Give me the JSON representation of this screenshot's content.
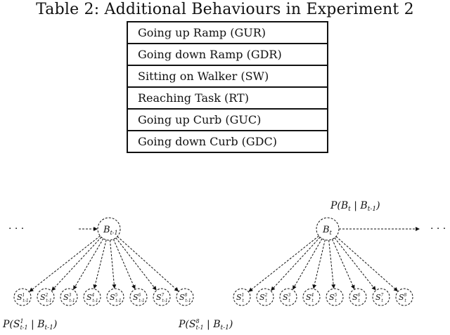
{
  "table": {
    "caption": "Table 2: Additional Behaviours in Experiment 2",
    "rows": [
      "Going up Ramp (GUR)",
      "Going down Ramp (GDR)",
      "Sitting on Walker (SW)",
      "Reaching Task (RT)",
      "Going up Curb (GUC)",
      "Going down Curb (GDC)"
    ]
  },
  "diagram": {
    "ellipsis": "· · ·",
    "prev_behaviour": {
      "label": "B",
      "subscript": "t-1"
    },
    "curr_behaviour": {
      "label": "B",
      "subscript": "t"
    },
    "prev_sensors": {
      "label": "S",
      "subscript": "t-1",
      "superscripts": [
        "1",
        "2",
        "3",
        "4",
        "5",
        "6",
        "7",
        "8"
      ]
    },
    "curr_sensors": {
      "label": "S",
      "subscript": "t",
      "superscripts": [
        "1",
        "2",
        "3",
        "4",
        "5",
        "6",
        "7",
        "8"
      ]
    },
    "transition_prob": {
      "text": "P(B",
      "sub1": "t",
      "mid": " | B",
      "sub2": "t-1",
      "close": ")"
    },
    "emission_prob_first": {
      "text": "P(S",
      "sup": "1",
      "sub1": "t-1",
      "mid": " | B",
      "sub2": "t-1",
      "close": ")"
    },
    "emission_prob_last": {
      "text": "P(S",
      "sup": "8",
      "sub1": "t-1",
      "mid": " | B",
      "sub2": "t-1",
      "close": ")"
    }
  }
}
